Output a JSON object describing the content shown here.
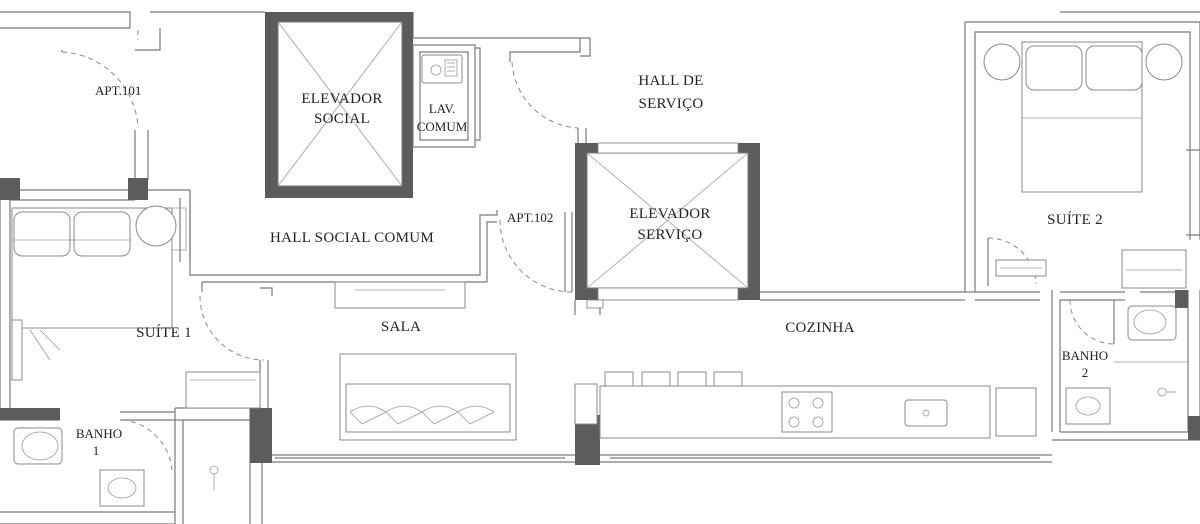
{
  "labels": {
    "apt101": "APT.101",
    "elevador_social_1": "ELEVADOR",
    "elevador_social_2": "SOCIAL",
    "lav_comum_1": "LAV.",
    "lav_comum_2": "COMUM",
    "hall_servico_1": "HALL DE",
    "hall_servico_2": "SERVIÇO",
    "hall_social_comum": "HALL SOCIAL COMUM",
    "apt102": "APT.102",
    "elevador_servico_1": "ELEVADOR",
    "elevador_servico_2": "SERVIÇO",
    "suite2": "SUÍTE 2",
    "suite1": "SUÍTE 1",
    "sala": "SALA",
    "cozinha": "COZINHA",
    "banho2_1": "BANHO",
    "banho2_2": "2",
    "banho1_1": "BANHO",
    "banho1_2": "1"
  }
}
